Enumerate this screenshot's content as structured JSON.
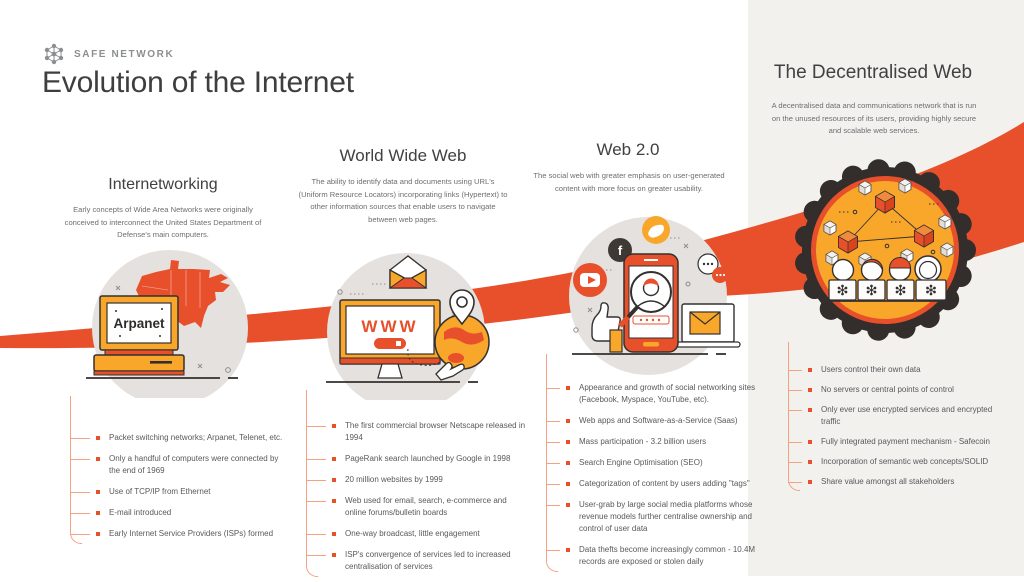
{
  "brand": {
    "name": "SAFE NETWORK",
    "logo_icon": "safe-network-logo"
  },
  "page_title": "Evolution of the Internet",
  "colors": {
    "accent_orange": "#E8502B",
    "accent_yellow": "#F9A72B",
    "outline_dark": "#33302E",
    "panel_grey": "#F2F1EE",
    "circle_grey": "#E5E1DE",
    "body_text": "#58595B"
  },
  "sections": [
    {
      "title": "Internetworking",
      "description": "Early concepts of Wide Area Networks were originally conceived to interconnect the United States Department of Defense's main computers.",
      "illustration": "arpanet-computer-with-us-map",
      "screen_label": "Arpanet",
      "bullets": [
        "Packet switching networks; Arpanet, Telenet, etc.",
        "Only a handful of computers were connected by the end of 1969",
        "Use of TCP/IP from Ethernet",
        "E-mail introduced",
        "Early Internet Service Providers (ISPs) formed"
      ]
    },
    {
      "title": "World Wide Web",
      "description": "The ability to identify data and documents using URL's (Uniform Resource Locators) incorporating links (Hypertext) to other information sources that enable users to navigate between web pages.",
      "illustration": "www-browser-globe-and-mail",
      "screen_label": "WWW",
      "bullets": [
        "The first commercial browser Netscape released in 1994",
        "PageRank search launched by Google in 1998",
        "20 million websites by 1999",
        "Web used for email, search, e-commerce and online forums/bulletin boards",
        "One-way broadcast, little engagement",
        "ISP's convergence of services led to increased centralisation of services"
      ]
    },
    {
      "title": "Web 2.0",
      "description": "The social web with greater emphasis on user-generated content with more focus on greater usability.",
      "illustration": "social-media-phone-and-apps",
      "bullets": [
        "Appearance and growth of social networking sites (Facebook, Myspace, YouTube, etc).",
        "Web apps and Software-as-a-Service (Saas)",
        "Mass participation - 3.2 billion users",
        "Search Engine Optimisation (SEO)",
        "Categorization of content by users adding \"tags\"",
        "User-grab by large social media platforms whose revenue models further centralise ownership and control of user data",
        "Data thefts become increasingly common - 10.4M records are exposed or stolen daily"
      ]
    },
    {
      "title": "The Decentralised Web",
      "description": "A decentralised data and communications network that is run on the unused resources of its users, providing highly secure and scalable web services.",
      "illustration": "decentralised-network-gear",
      "bullets": [
        "Users control their own data",
        "No servers or central points of control",
        "Only ever use encrypted services and encrypted traffic",
        "Fully integrated payment mechanism - Safecoin",
        "Incorporation of semantic web concepts/SOLID",
        "Share value amongst all stakeholders"
      ]
    }
  ]
}
